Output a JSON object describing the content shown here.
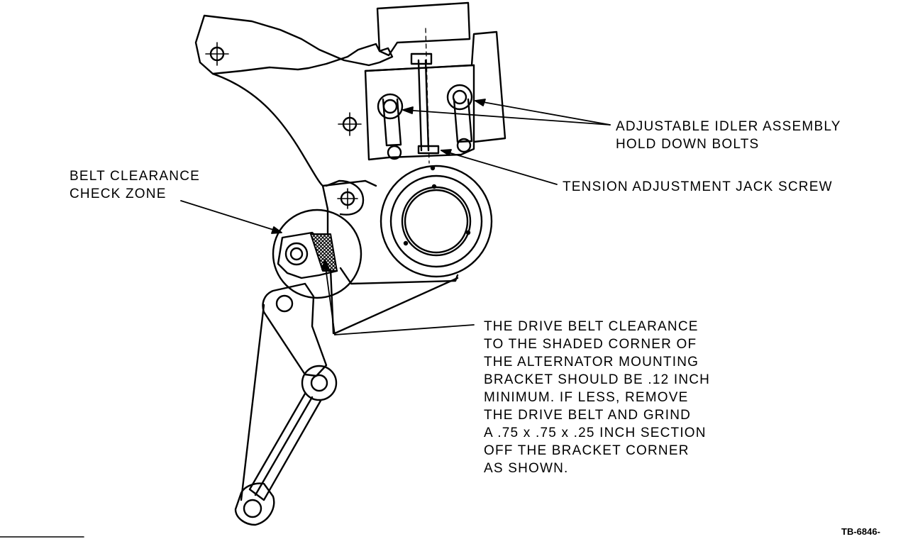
{
  "labels": {
    "idler_bolts": {
      "line1": "ADJUSTABLE IDLER ASSEMBLY",
      "line2": "HOLD DOWN BOLTS"
    },
    "jack_screw": {
      "line1": "TENSION ADJUSTMENT JACK SCREW"
    },
    "belt_check_zone": {
      "line1": "BELT CLEARANCE",
      "line2": "CHECK ZONE"
    },
    "clearance_note": {
      "lines": [
        "THE DRIVE BELT CLEARANCE",
        "TO THE SHADED CORNER OF",
        "THE ALTERNATOR MOUNTING",
        "BRACKET SHOULD BE .12 INCH",
        "MINIMUM. IF LESS, REMOVE",
        "THE DRIVE BELT AND GRIND",
        "A .75 x .75 x .25 INCH SECTION",
        "OFF THE BRACKET CORNER",
        "AS SHOWN."
      ]
    }
  },
  "figure_id": "TB-6846-",
  "colors": {
    "ink": "#000000",
    "paper": "#ffffff"
  }
}
